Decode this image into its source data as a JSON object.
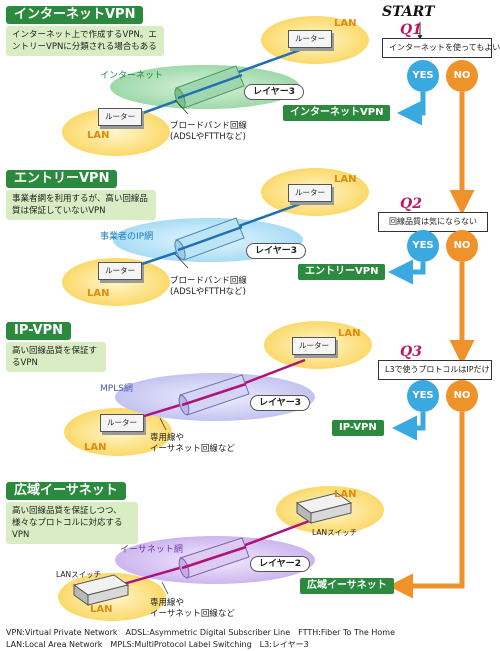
{
  "start": "START",
  "sections": [
    {
      "title": "インターネットVPN",
      "desc": "インターネット上で作成するVPN。エントリーVPNに分類される場合もある",
      "net": "インターネット",
      "layer": "レイヤー3",
      "line": [
        "ブロードバンド回線",
        "(ADSLやFTTHなど)"
      ]
    },
    {
      "title": "エントリーVPN",
      "desc": "事業者網を利用するが、高い回線品質は保証していないVPN",
      "net": "事業者のIP網",
      "layer": "レイヤー3",
      "line": [
        "ブロードバンド回線",
        "(ADSLやFTTHなど)"
      ]
    },
    {
      "title": "IP-VPN",
      "desc": "高い回線品質を保証するVPN",
      "net": "MPLS網",
      "layer": "レイヤー3",
      "line": [
        "専用線や",
        "イーサネット回線など"
      ]
    },
    {
      "title": "広域イーサネット",
      "desc": "高い回線品質を保証しつつ、様々なプロトコルに対応するVPN",
      "net": "イーサネット網",
      "layer": "レイヤー2",
      "line": [
        "専用線や",
        "イーサネット回線など"
      ]
    }
  ],
  "questions": [
    {
      "num": "Q1",
      "text": "インターネットを使ってもよい"
    },
    {
      "num": "Q2",
      "text": "回線品質は気にならない"
    },
    {
      "num": "Q3",
      "text": "L3で使うプロトコルはIPだけ"
    }
  ],
  "yes": "YES",
  "no": "NO",
  "results": [
    "インターネットVPN",
    "エントリーVPN",
    "IP-VPN",
    "広域イーサネット"
  ],
  "lan": "LAN",
  "router": "ルーター",
  "switch": "LANスイッチ",
  "footer": [
    "VPN:Virtual Private Network　ADSL:Asymmetric Digital Subscriber Line　FTTH:Fiber To The Home",
    "LAN:Local Area Network　MPLS:MultiProtocol Label Switching　L3:レイヤー3"
  ],
  "colors": {
    "title_green": "#2b8a3e",
    "desc_green": "#d9edc4",
    "yes_blue": "#3aa9df",
    "no_orange": "#f0922a",
    "question_magenta": "#c0145f",
    "lan_yellow": "#fde9a0",
    "net_internet": "#7fcf8e",
    "net_carrier": "#7cc8ee",
    "net_mpls": "#a8a8e8",
    "net_ether": "#b89be0",
    "line_blue": "#1f6fb2",
    "line_magenta": "#b0127c"
  },
  "icons": [
    "router-icon",
    "lan-switch-icon",
    "yes-no-arrow-icon"
  ]
}
